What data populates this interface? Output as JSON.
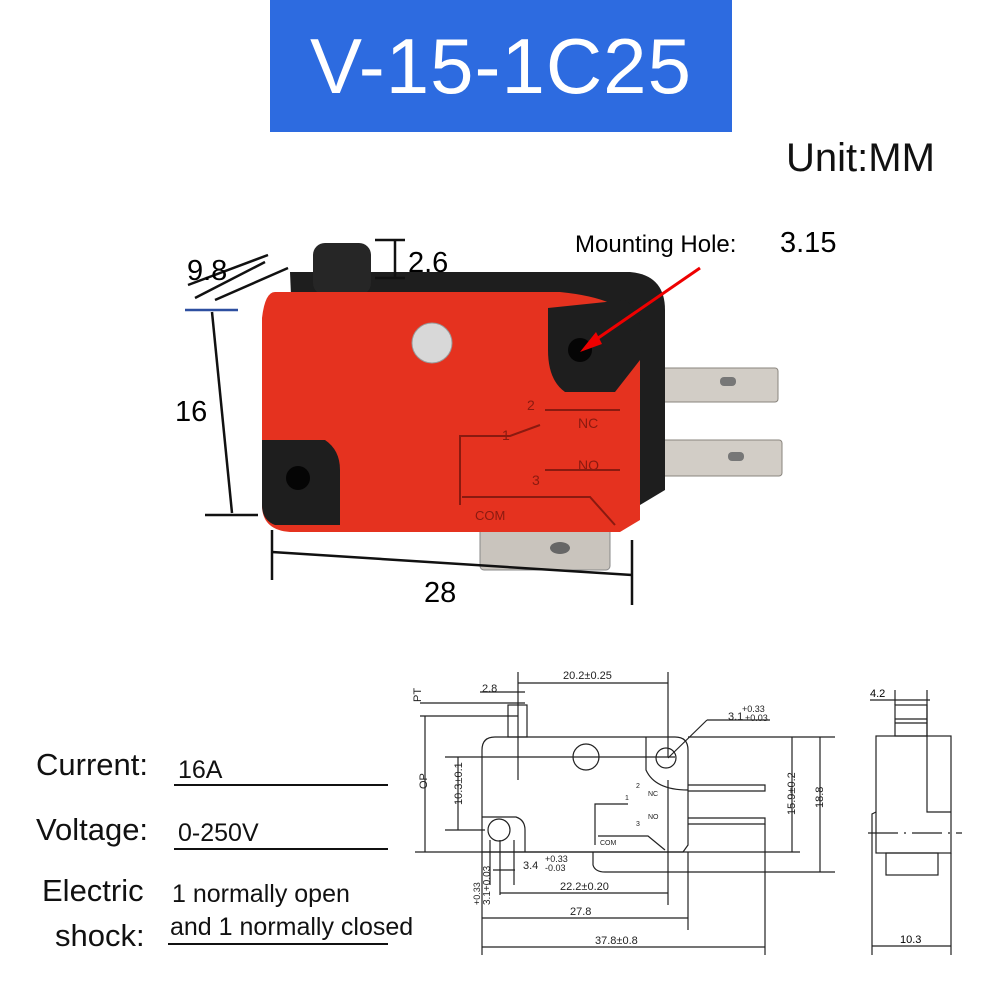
{
  "title": "V-15-1C25",
  "unit": "Unit:MM",
  "photo": {
    "mounting_hole_label": "Mounting Hole:",
    "mounting_hole_value": "3.15",
    "dim_width": "28",
    "dim_height": "16",
    "dim_depth": "9.8",
    "dim_actuator": "2.6",
    "markings": {
      "nc": "NC",
      "no": "NO",
      "com": "COM",
      "pin1": "1",
      "pin2": "2",
      "pin3": "3"
    }
  },
  "specs": [
    {
      "label": "Current:",
      "value": "16A"
    },
    {
      "label": "Voltage:",
      "value": "0-250V"
    },
    {
      "label_line1": "Electric",
      "label_line2": "shock:",
      "value_line1": "1 normally open",
      "value_line2": "and 1 normally closed"
    }
  ],
  "drawing": {
    "front": {
      "pt": "PT",
      "op": "OP",
      "d_2_8": "2.8",
      "d_20_2": "20.2±0.25",
      "hole_main": "3.1",
      "hole_tol_upper": "+0.33",
      "hole_tol_lower": "+0.03",
      "d_10_3": "10.3±0.1",
      "d_15_9": "15.9±0.2",
      "d_18_8": "18.8",
      "d_3_4": "3.4",
      "d_3_4_upper": "+0.33",
      "d_3_4_lower": "-0.03",
      "d_3_1_side": "3.1+0.03",
      "d_3_1_side_upper": "+0.33",
      "d_22_2": "22.2±0.20",
      "d_27_8": "27.8",
      "d_37_8": "37.8±0.8",
      "nc": "NC",
      "no": "NO",
      "com": "COM",
      "p1": "1",
      "p2": "2",
      "p3": "3"
    },
    "side": {
      "d_4_2": "4.2",
      "d_10_3": "10.3"
    }
  }
}
